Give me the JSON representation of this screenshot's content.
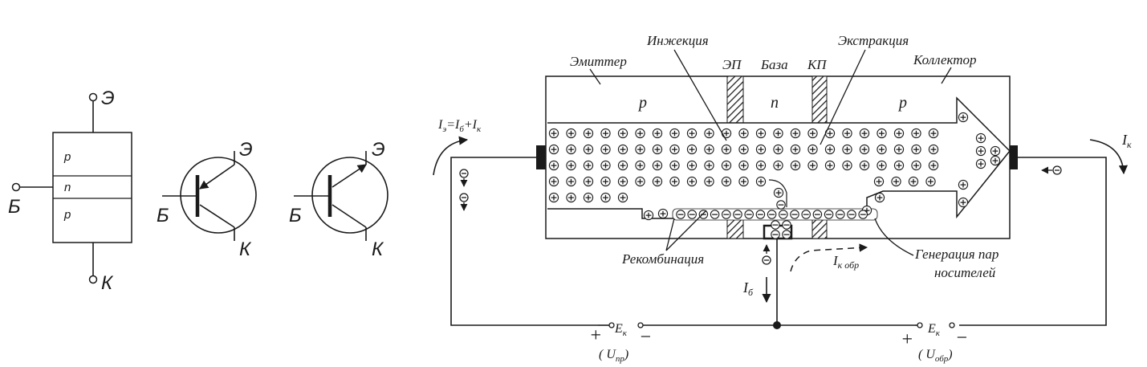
{
  "structure": {
    "terminal_emitter": "Э",
    "terminal_base": "Б",
    "terminal_collector": "К",
    "layer_top": "p",
    "layer_mid": "n",
    "layer_bottom": "p"
  },
  "symbol_pnp": {
    "emitter": "Э",
    "base": "Б",
    "collector": "К"
  },
  "symbol_npn": {
    "emitter": "Э",
    "base": "Б",
    "collector": "К"
  },
  "transistor": {
    "label_emitter": "Эмиттер",
    "label_injection": "Инжекция",
    "label_ep": "ЭП",
    "label_base": "База",
    "label_kp": "КП",
    "label_extraction": "Экстракция",
    "label_collector": "Коллектор",
    "region_p_left": "p",
    "region_n": "n",
    "region_p_right": "p",
    "label_recombination": "Рекомбинация",
    "label_generation_1": "Генерация пар",
    "label_generation_2": "носителей",
    "hole": "+",
    "electron": "−"
  },
  "currents": {
    "ie_formula_prefix": "I",
    "ie_formula_sub": "э",
    "ie_formula_eq": "=I",
    "ie_formula_sub_b": "б",
    "ie_formula_plus": "+I",
    "ie_formula_sub_k": "к",
    "ik_main": "I",
    "ik_sub": "к",
    "ib_main": "I",
    "ib_sub": "б",
    "ikobr_main": "I",
    "ikobr_sub": "к обр"
  },
  "sources": {
    "left_plus": "+",
    "left_minus": "−",
    "left_e_main": "E",
    "left_e_sub": "к",
    "left_u_open": "( U",
    "left_u_sub": "пр",
    "left_u_close": ")",
    "right_plus": "+",
    "right_minus": "−",
    "right_e_main": "E",
    "right_e_sub": "к",
    "right_u_open": "( U",
    "right_u_sub": "обр",
    "right_u_close": ")"
  }
}
